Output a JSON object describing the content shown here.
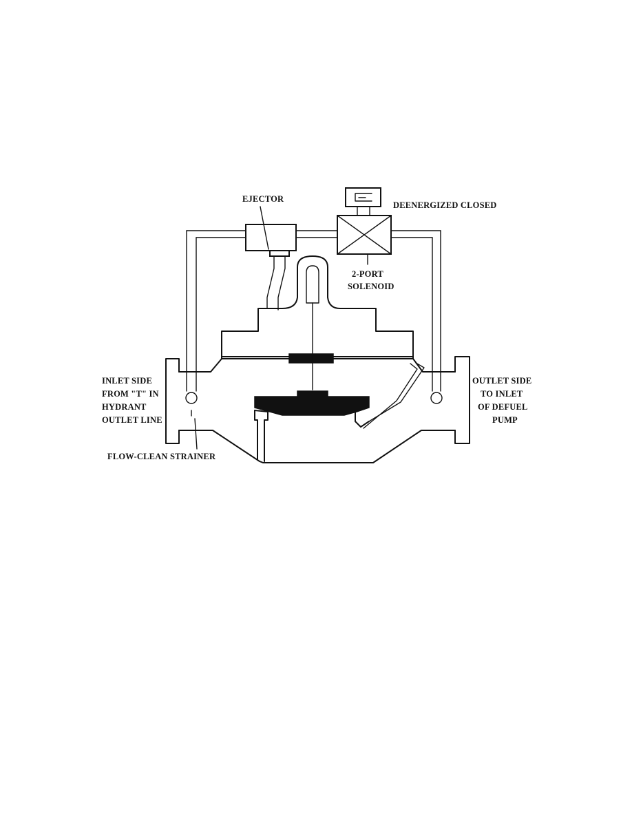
{
  "labels": {
    "ejector": "EJECTOR",
    "deenergized": "DEENERGIZED CLOSED",
    "solenoid_line1": "2-PORT",
    "solenoid_line2": "SOLENOID",
    "inlet": [
      "INLET SIDE",
      "FROM \"T\" IN",
      "HYDRANT",
      "OUTLET LINE"
    ],
    "outlet": [
      "OUTLET SIDE",
      "TO INLET",
      "OF DEFUEL",
      "PUMP"
    ],
    "strainer": "FLOW-CLEAN STRAINER"
  },
  "colors": {
    "ink": "#111111",
    "paper": "#ffffff"
  }
}
